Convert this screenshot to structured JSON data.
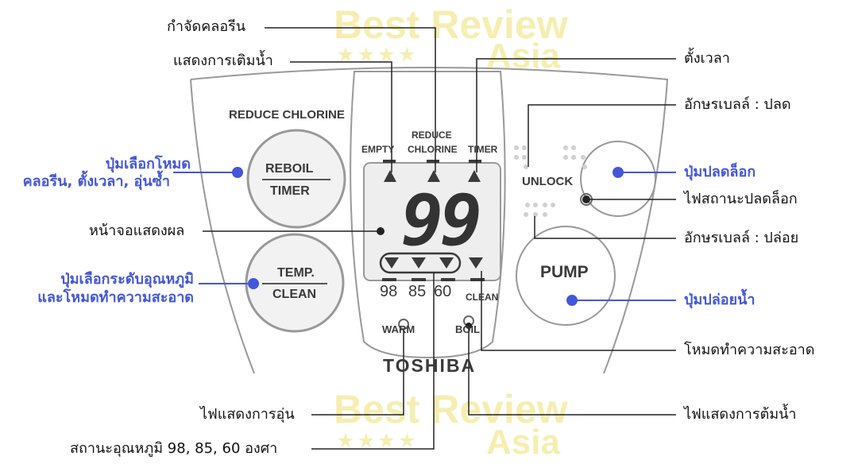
{
  "watermark": {
    "line1": "Best Review",
    "line2": "Asia",
    "stars": "★ ★ ★ ★"
  },
  "panel": {
    "reduce_chlorine_heading": "REDUCE CHLORINE",
    "reboil_label": "REBOIL",
    "timer_label": "TIMER",
    "temp_label": "TEMP.",
    "clean_label": "CLEAN",
    "empty_label": "EMPTY",
    "reduce_label": "REDUCE",
    "chlorine_label": "CHLORINE",
    "timer_small_label": "TIMER",
    "display_digits": "99",
    "temp_98": "98",
    "temp_85": "85",
    "temp_60": "60",
    "clean_small_label": "CLEAN",
    "warm_label": "WARM",
    "boil_label": "BOIL",
    "brand": "TOSHIBA",
    "unlock_label": "UNLOCK",
    "pump_label": "PUMP"
  },
  "callouts": {
    "chlorine_removal": "กำจัดคลอรีน",
    "water_fill_display": "แสดงการเติมน้ำ",
    "mode_button_line1": "ปุ่มเลือกโหมด",
    "mode_button_line2": "คลอรีน, ตั้งเวลา, อุ่นซ้ำ",
    "display_screen": "หน้าจอแสดงผล",
    "temp_button_line1": "ปุ่มเลือกระดับอุณหภูมิ",
    "temp_button_line2": "และโหมดทำความสะอาด",
    "warm_light": "ไฟแสดงการอุ่น",
    "temp_status": "สถานะอุณหภูมิ 98, 85, 60 องศา",
    "timer_setting": "ตั้งเวลา",
    "braille_unlock": "อักษรเบลล์ : ปลด",
    "unlock_button": "ปุ่มปลดล็อก",
    "unlock_light": "ไฟสถานะปลดล็อก",
    "braille_release": "อักษรเบลล์ : ปล่อย",
    "pump_button": "ปุ่มปล่อยน้ำ",
    "clean_mode": "โหมดทำความสะอาด",
    "boil_light": "ไฟแสดงการต้มน้ำ"
  },
  "colors": {
    "accent": "#4457d9",
    "panel_line": "#999999",
    "leader": "#222222"
  }
}
